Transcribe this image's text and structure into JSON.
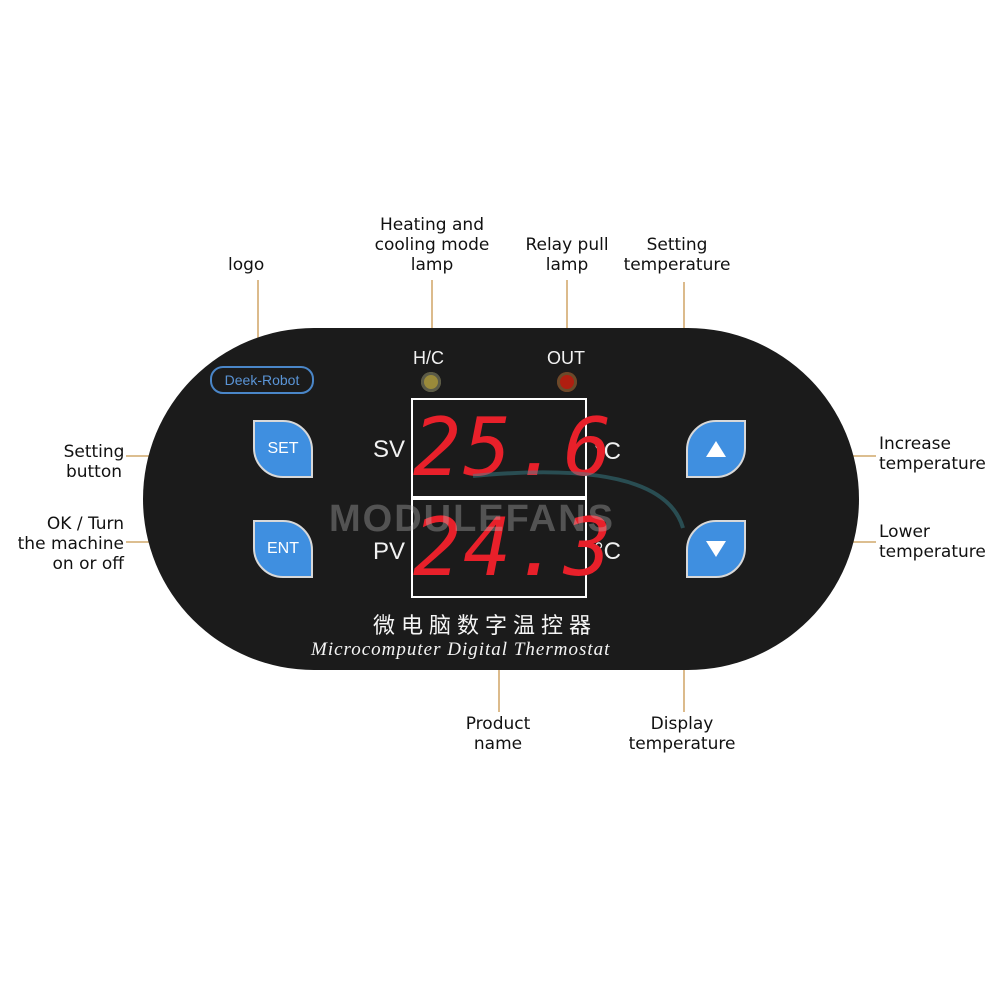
{
  "callouts": {
    "logo": "logo",
    "hc_lamp": [
      "Heating and",
      "cooling mode",
      "lamp"
    ],
    "relay_lamp": [
      "Relay pull",
      "lamp"
    ],
    "setting_temp": [
      "Setting",
      "temperature"
    ],
    "setting_button": [
      "Setting",
      "button"
    ],
    "ok_turn": [
      "OK / Turn",
      "the machine",
      "on or off"
    ],
    "increase": [
      "Increase",
      "temperature"
    ],
    "lower": [
      "Lower",
      "temperature"
    ],
    "product_name": [
      "Product",
      "name"
    ],
    "display_temp": [
      "Display",
      "temperature"
    ]
  },
  "panel": {
    "logo_text": "Deek-Robot",
    "hc_label": "H/C",
    "out_label": "OUT",
    "sv_label": "SV",
    "pv_label": "PV",
    "unit": "°C",
    "sv_value": "25.6",
    "pv_value": "24.3",
    "set_key": "SET",
    "ent_key": "ENT",
    "up_icon": "triangle-up-icon",
    "down_icon": "triangle-down-icon",
    "watermark": "MODULEFANS",
    "product_cn": "微电脑数字温控器",
    "product_en": "Microcomputer Digital Thermostat"
  },
  "colors": {
    "panel": "#1b1b1b",
    "key": "#3f8fe0",
    "digits": "#e8202a",
    "leader_line": "#c8964e",
    "hc_lamp": "#9a8a3a",
    "out_lamp": "#b01e10"
  }
}
